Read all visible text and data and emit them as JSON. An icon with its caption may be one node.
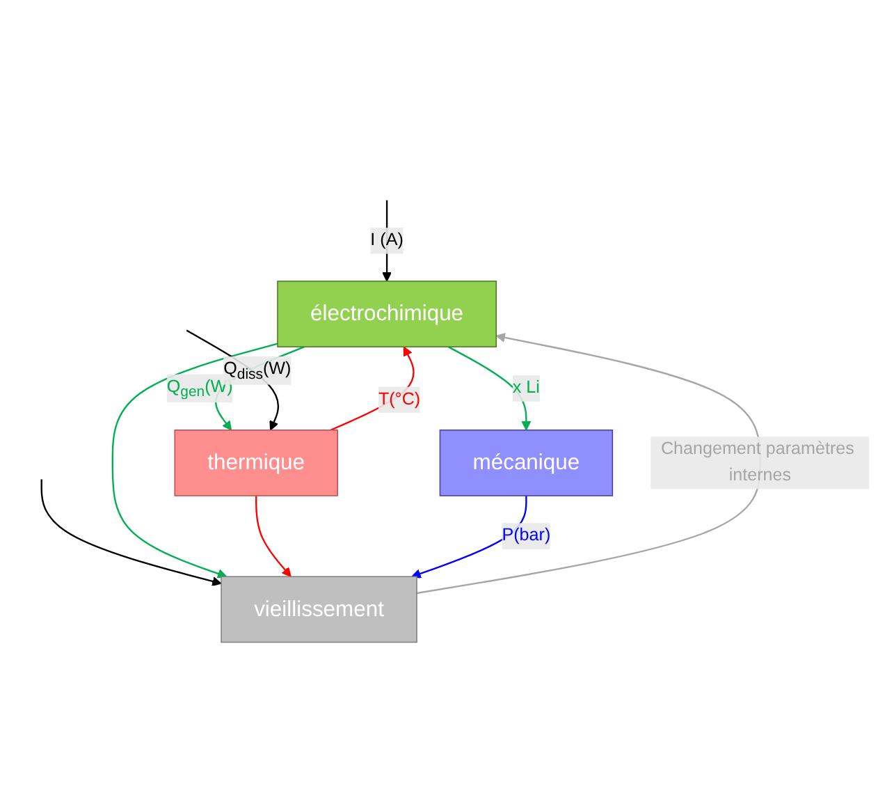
{
  "diagram": {
    "nodes": [
      {
        "text": [
          "électrochimique"
        ]
      },
      {
        "text": [
          "thermique"
        ]
      },
      {
        "text": [
          "mécanique"
        ]
      },
      {
        "text": [
          "vieillissement"
        ]
      }
    ],
    "edges": [
      {
        "from": null,
        "to": 0,
        "arrow": "to",
        "label": "I (A)"
      },
      {
        "from": null,
        "to": 3,
        "arrow": "to"
      },
      {
        "from": 0,
        "to": 1,
        "arrow": "to",
        "label": "Q$_{gen}$(W)",
        "color": "#00b050"
      },
      {
        "from": 0,
        "to": 3,
        "arrow": "to",
        "color": "#00b050"
      },
      {
        "from": 0,
        "to": 2,
        "arrow": "to",
        "label": "x Li",
        "color": "#00b050"
      },
      {
        "from": null,
        "to": 1,
        "arrow": "to",
        "label": "Q$_{diss}$(W)"
      },
      {
        "from": 1,
        "to": 0,
        "arrow": "to",
        "label": "T(°C)",
        "color": "#ff0000"
      },
      {
        "from": 1,
        "to": 3,
        "arrow": "to",
        "color": "#ff0000"
      },
      {
        "from": 2,
        "to": 3,
        "arrow": "to",
        "label": "P(bar)",
        "color": "#0000ff"
      },
      {
        "from": 3,
        "to": 0,
        "arrow": "to",
        "label": "Changement paramètres internes",
        "color": "#a6a6a6"
      }
    ]
  }
}
